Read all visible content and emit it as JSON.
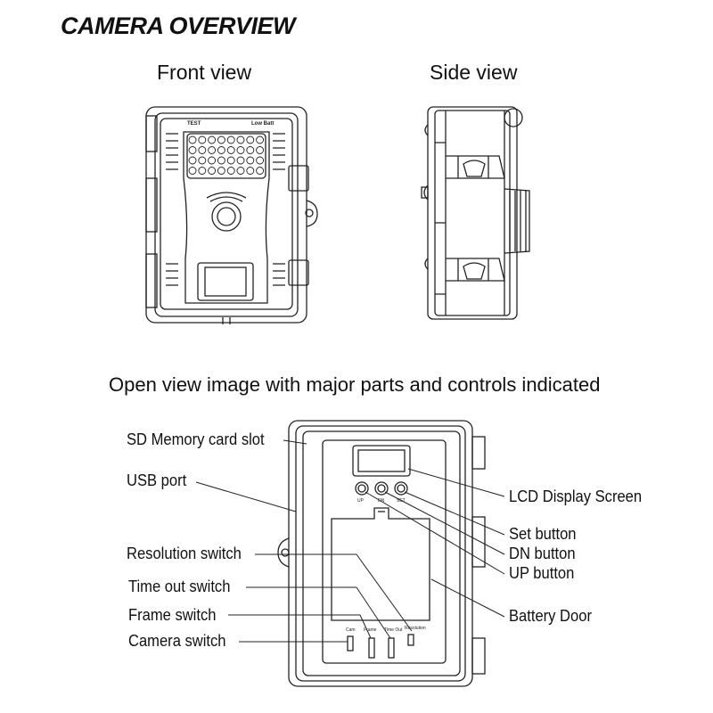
{
  "title": "CAMERA OVERVIEW",
  "views": {
    "front": "Front view",
    "side": "Side view",
    "open": "Open view image with major parts and controls indicated"
  },
  "callouts_left": {
    "sd_slot": "SD Memory card slot",
    "usb_port": "USB port",
    "resolution_switch": "Resolution switch",
    "timeout_switch": "Time out switch",
    "frame_switch": "Frame switch",
    "camera_switch": "Camera switch"
  },
  "callouts_right": {
    "lcd": "LCD Display Screen",
    "set_button": "Set button",
    "dn_button": "DN button",
    "up_button": "UP button",
    "battery_door": "Battery Door"
  },
  "front_labels": {
    "test": "TEST",
    "low_batt": "Low Batt"
  },
  "button_labels": {
    "up": "UP",
    "dn": "DN",
    "set": "SET"
  },
  "switch_labels": {
    "cam": "Cam",
    "frame": "Frame",
    "time_out": "Time Out",
    "resolution": "Resolution"
  }
}
